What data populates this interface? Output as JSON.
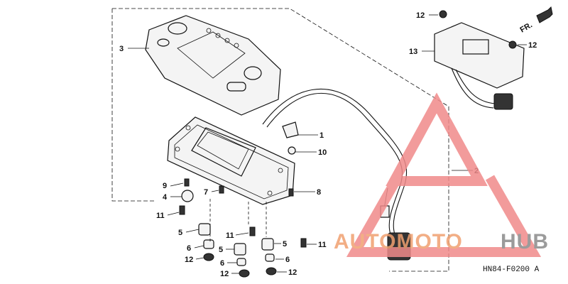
{
  "diagram": {
    "callouts": [
      {
        "id": "c3a",
        "label": "3"
      },
      {
        "id": "c1",
        "label": "1"
      },
      {
        "id": "c10",
        "label": "10"
      },
      {
        "id": "c2",
        "label": "2"
      },
      {
        "id": "c8",
        "label": "8"
      },
      {
        "id": "c7",
        "label": "7"
      },
      {
        "id": "c9",
        "label": "9"
      },
      {
        "id": "c4",
        "label": "4"
      },
      {
        "id": "c11a",
        "label": "11"
      },
      {
        "id": "c5a",
        "label": "5"
      },
      {
        "id": "c6a",
        "label": "6"
      },
      {
        "id": "c12a",
        "label": "12"
      },
      {
        "id": "c11b",
        "label": "11"
      },
      {
        "id": "c5b",
        "label": "5"
      },
      {
        "id": "c6b",
        "label": "6"
      },
      {
        "id": "c12b",
        "label": "12"
      },
      {
        "id": "c5c",
        "label": "5"
      },
      {
        "id": "c6c",
        "label": "6"
      },
      {
        "id": "c12c",
        "label": "12"
      },
      {
        "id": "c11c",
        "label": "11"
      },
      {
        "id": "c12d",
        "label": "12"
      },
      {
        "id": "c13",
        "label": "13"
      },
      {
        "id": "c12e",
        "label": "12"
      }
    ],
    "direction_label": "FR.",
    "drawing_code": "HN84-F0200 A"
  },
  "watermark": {
    "text_part1": "AUTOMOTO",
    "text_part2": "HUB",
    "colors": {
      "primary": "#f08a8a",
      "secondary": "#8a8a8a"
    }
  }
}
